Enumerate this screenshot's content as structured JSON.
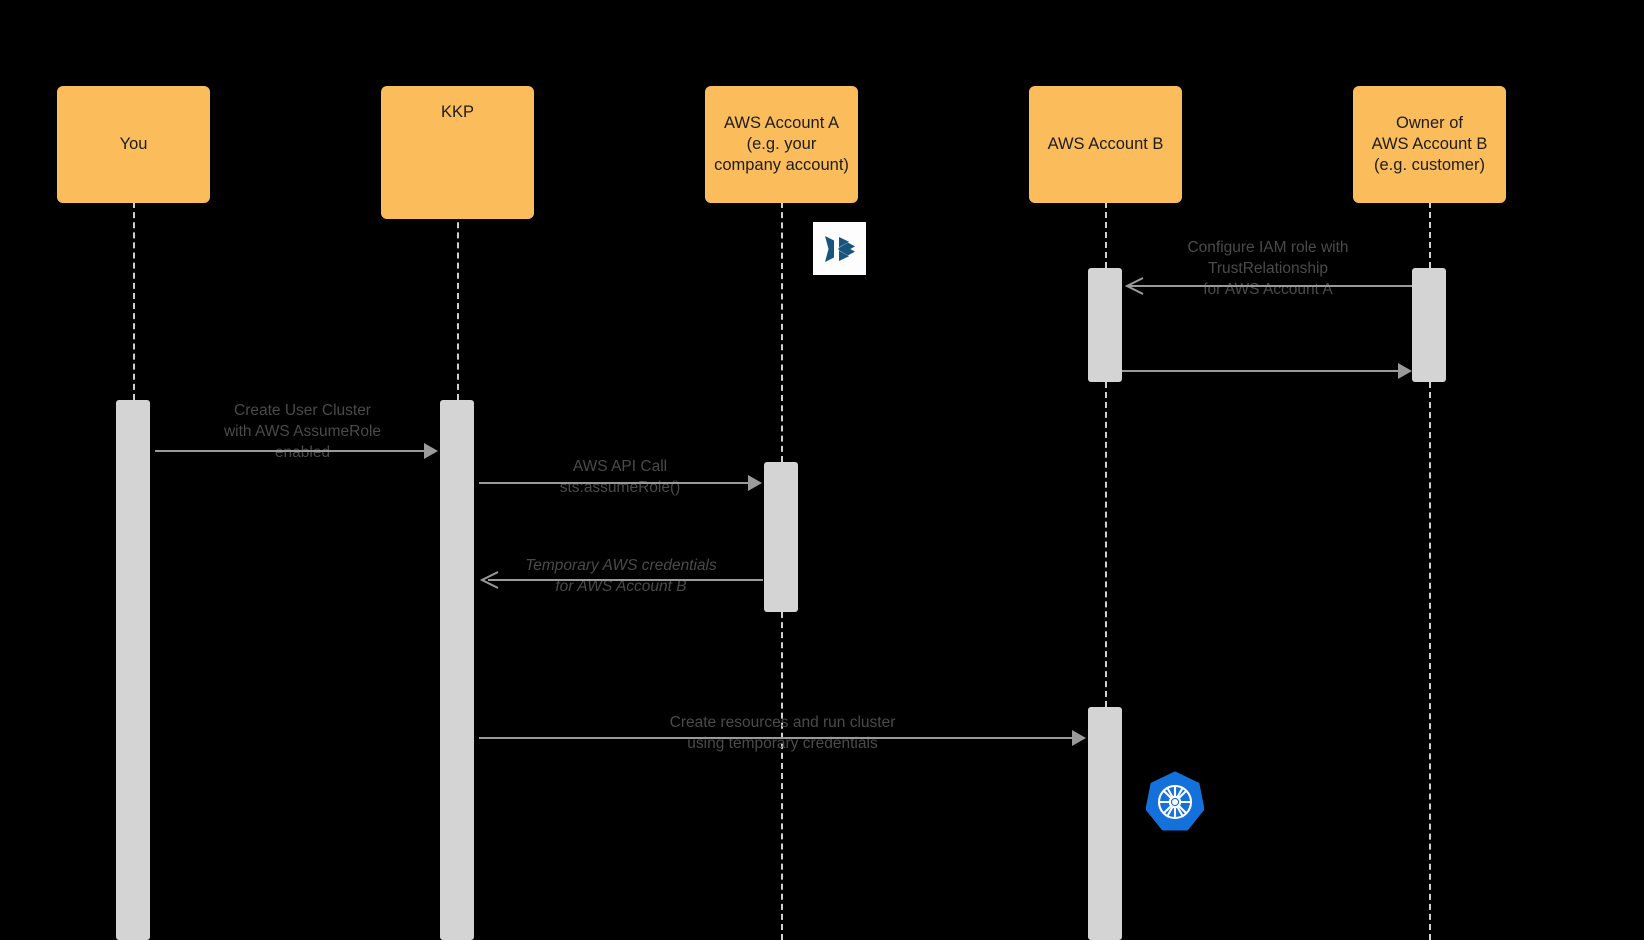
{
  "diagram": {
    "title": "AWS AssumeRole sequence",
    "background_color": "#000000",
    "actor_color": "#FBBC5B",
    "lifeline_color": "#CFCFCF",
    "activation_color": "#D4D4D4",
    "arrow_color": "#9A9A9A",
    "label_color": "#4a4a4a",
    "kkp_logo_color": "#17557F",
    "k8s_logo_color": "#1470DA"
  },
  "actors": [
    {
      "id": "you",
      "label": "You",
      "icon": ""
    },
    {
      "id": "kkp",
      "label": "KKP",
      "icon": "kkp-logo-icon"
    },
    {
      "id": "aws_a",
      "label": "AWS Account A\n(e.g. your\ncompany account)",
      "icon": ""
    },
    {
      "id": "aws_b",
      "label": "AWS Account B",
      "icon": ""
    },
    {
      "id": "owner_b",
      "label": "Owner of\nAWS Account B\n(e.g. customer)",
      "icon": ""
    }
  ],
  "messages": [
    {
      "id": "m1",
      "label": "Configure IAM role with\nTrustRelationship\nfor AWS Account A",
      "from": "owner_b",
      "to": "aws_b",
      "direction": "left",
      "style": "open",
      "italic": false
    },
    {
      "id": "m2",
      "label": "",
      "from": "aws_b",
      "to": "owner_b",
      "direction": "right",
      "style": "solid",
      "italic": false
    },
    {
      "id": "m3",
      "label": "Create User Cluster\nwith AWS AssumeRole\nenabled",
      "from": "you",
      "to": "kkp",
      "direction": "right",
      "style": "solid",
      "italic": false
    },
    {
      "id": "m4",
      "label": "AWS API Call\nsts:assumeRole()",
      "from": "kkp",
      "to": "aws_a",
      "direction": "right",
      "style": "solid",
      "italic": false
    },
    {
      "id": "m5",
      "label": "Temporary AWS credentials\nfor AWS Account B",
      "from": "aws_a",
      "to": "kkp",
      "direction": "left",
      "style": "open",
      "italic": true
    },
    {
      "id": "m6",
      "label": "Create resources and run cluster\nusing temporary credentials",
      "from": "kkp",
      "to": "aws_b",
      "direction": "right",
      "style": "solid",
      "italic": false
    }
  ],
  "icons": {
    "kkp": "kkp-logo-icon",
    "kubernetes": "kubernetes-logo-icon"
  }
}
